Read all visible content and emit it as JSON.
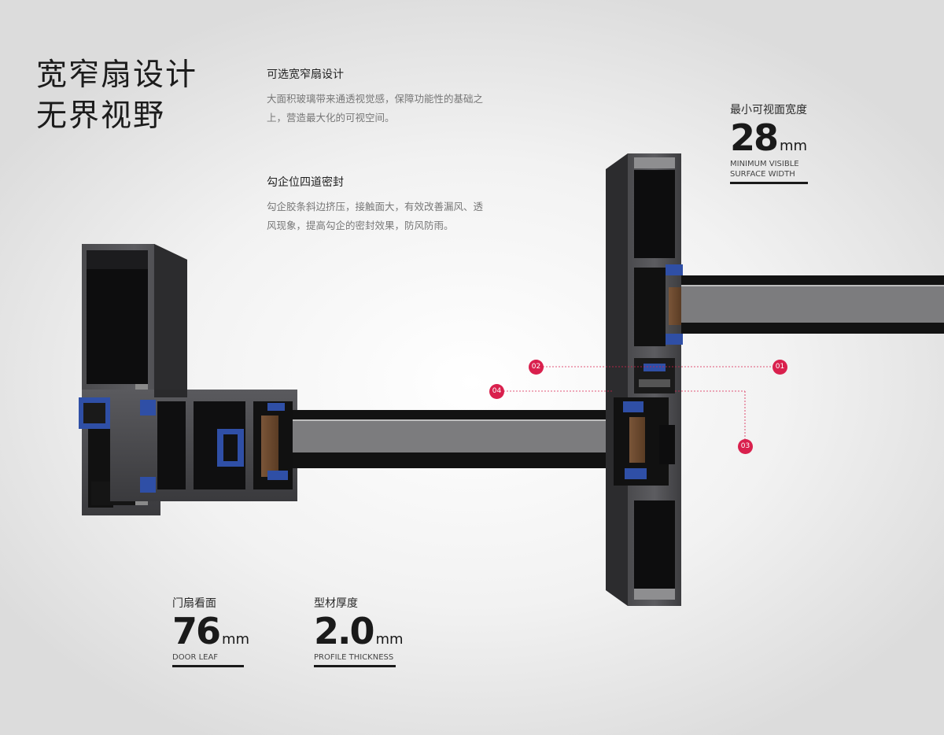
{
  "headline": {
    "line1": "宽窄扇设计",
    "line2": "无界视野"
  },
  "features": [
    {
      "title": "可选宽窄扇设计",
      "body": "大面积玻璃带来通透视觉感，保障功能性的基础之上，营造最大化的可视空间。"
    },
    {
      "title": "勾企位四道密封",
      "body": "勾企胶条斜边挤压，接触面大，有效改善漏风、透风现象，提高勾企的密封效果，防风防雨。"
    }
  ],
  "specs": {
    "door_leaf": {
      "cn": "门扇看面",
      "value": "76",
      "unit": "mm",
      "en": "DOOR LEAF"
    },
    "thickness": {
      "cn": "型材厚度",
      "value": "2.0",
      "unit": "mm",
      "en": "PROFILE THICKNESS"
    },
    "min_visible": {
      "cn": "最小可视面宽度",
      "value": "28",
      "unit": "mm",
      "en_line1": "MINIMUM VISIBLE",
      "en_line2": "SURFACE WIDTH"
    }
  },
  "callouts": [
    "01",
    "02",
    "03",
    "04"
  ],
  "colors": {
    "accent": "#d9204d",
    "profile": "#3a3a3c",
    "gasket": "#2f4fa6",
    "text": "#1f1f1f"
  },
  "icons": [
    "window-profile-cross-section"
  ]
}
